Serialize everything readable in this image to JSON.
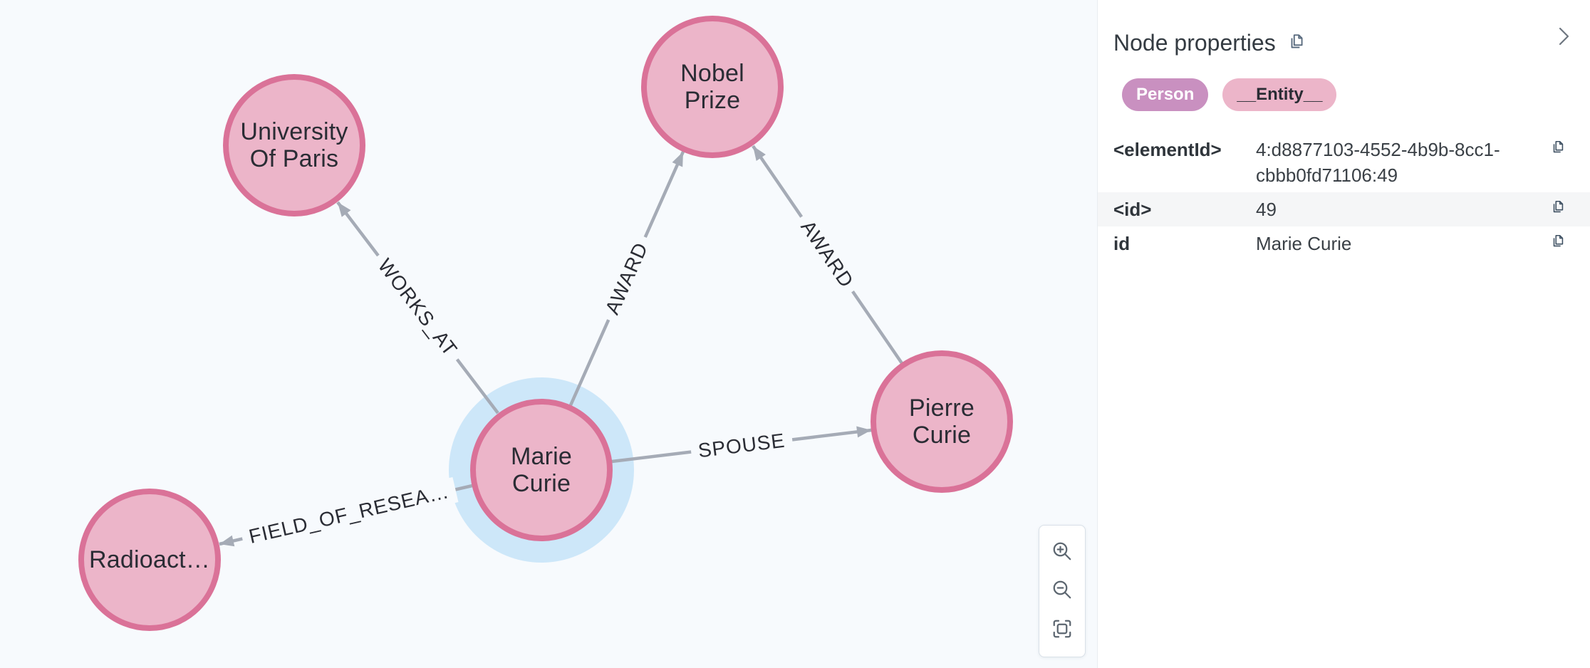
{
  "graph": {
    "background_color": "#f7fafd",
    "node_fill_color": "#ECB5C9",
    "node_border_color": "#DA7298",
    "node_text_color": "#2A2C34",
    "edge_color": "#A5ABB6",
    "selection_halo_color": "#cde7f9",
    "nodes": [
      {
        "label": "University\nOf Paris"
      },
      {
        "label": "Nobel\nPrize"
      },
      {
        "label": "Marie\nCurie",
        "selected": true
      },
      {
        "label": "Pierre\nCurie"
      },
      {
        "label": "Radioact…"
      }
    ],
    "relationships": [
      {
        "type": "WORKS_AT"
      },
      {
        "type": "AWARD"
      },
      {
        "type": "AWARD"
      },
      {
        "type": "SPOUSE"
      },
      {
        "type": "FIELD_OF_RESEA…"
      }
    ]
  },
  "panel": {
    "title": "Node properties",
    "node_labels": [
      {
        "text": "Person",
        "bg": "#C990C0",
        "color": "#FFFFFF"
      },
      {
        "text": "__Entity__",
        "bg": "#ECB5C9",
        "color": "#2A2C34"
      }
    ],
    "properties": [
      {
        "key": "<elementId>",
        "value": "4:d8877103-4552-4b9b-8cc1-cbbb0fd71106:49"
      },
      {
        "key": "<id>",
        "value": "49"
      },
      {
        "key": "id",
        "value": "Marie Curie"
      }
    ]
  },
  "icons": {
    "title_copy": "copy-icon",
    "row_copy": "copy-icon",
    "collapse": "chevron-right-icon",
    "zoom_in": "zoom-in-icon",
    "zoom_out": "zoom-out-icon",
    "zoom_fit": "zoom-to-fit-icon"
  }
}
